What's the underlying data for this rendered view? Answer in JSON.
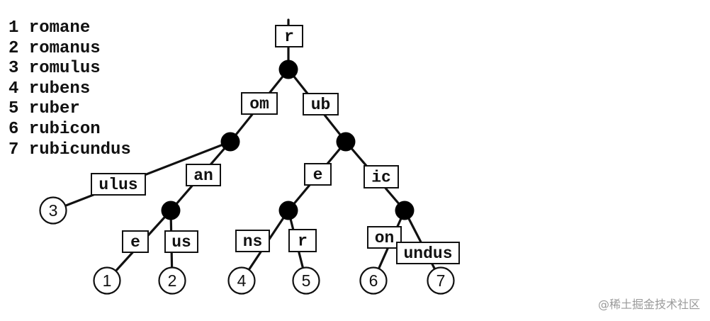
{
  "words": [
    {
      "num": "1",
      "word": "romane"
    },
    {
      "num": "2",
      "word": "romanus"
    },
    {
      "num": "3",
      "word": "romulus"
    },
    {
      "num": "4",
      "word": "rubens"
    },
    {
      "num": "5",
      "word": "ruber"
    },
    {
      "num": "6",
      "word": "rubicon"
    },
    {
      "num": "7",
      "word": "rubicundus"
    }
  ],
  "tree": {
    "root_label": "r",
    "edges": [
      {
        "id": "om",
        "label": "om"
      },
      {
        "id": "ub",
        "label": "ub"
      },
      {
        "id": "ulus",
        "label": "ulus"
      },
      {
        "id": "an",
        "label": "an"
      },
      {
        "id": "e_rub",
        "label": "e"
      },
      {
        "id": "ic",
        "label": "ic"
      },
      {
        "id": "e_rom",
        "label": "e"
      },
      {
        "id": "us",
        "label": "us"
      },
      {
        "id": "ns",
        "label": "ns"
      },
      {
        "id": "r_leaf",
        "label": "r"
      },
      {
        "id": "on",
        "label": "on"
      },
      {
        "id": "undus",
        "label": "undus"
      }
    ],
    "leaves": [
      "1",
      "2",
      "3",
      "4",
      "5",
      "6",
      "7"
    ]
  },
  "watermark": "@稀土掘金技术社区"
}
